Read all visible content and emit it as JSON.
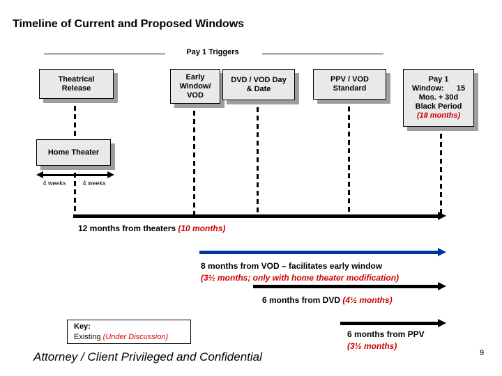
{
  "title": "Timeline of Current and Proposed Windows",
  "header": {
    "label": "Pay 1 Triggers"
  },
  "boxes": {
    "theatrical": {
      "lines": [
        "Theatrical",
        "Release"
      ]
    },
    "early": {
      "lines": [
        "Early",
        "Window/",
        "VOD"
      ]
    },
    "dvd": {
      "lines": [
        "DVD / VOD Day",
        "& Date"
      ]
    },
    "ppv": {
      "lines": [
        "PPV / VOD",
        "Standard"
      ]
    },
    "pay1": {
      "lines": [
        "Pay 1",
        "Window:      15",
        "Mos. + 30d",
        "Black Period"
      ],
      "red_line": "(18 months)"
    },
    "home_theater": {
      "label": "Home Theater"
    }
  },
  "weeks": {
    "left": "4 weeks",
    "right": "4 weeks"
  },
  "notes": {
    "theaters": {
      "black": "12 months from theaters ",
      "red": "(10 months)"
    },
    "vod": {
      "black": "8 months from VOD – facilitates early window",
      "red": "(3½ months; only with home theater modification)"
    },
    "dvd": {
      "black": "6 months from DVD ",
      "red": "(4½ months)"
    },
    "ppv": {
      "black": "6 months from PPV",
      "red": "(3½ months)"
    }
  },
  "key_box": {
    "title": "Key:",
    "existing": "Existing ",
    "under_discussion": "(Under Discussion)"
  },
  "footer": {
    "confidential": "Attorney / Client Privileged and Confidential",
    "page": "9"
  },
  "colors": {
    "red": "#cc0000",
    "blue": "#0033a0",
    "box_fill": "#e9e9e9",
    "shadow": "#9e9e9e"
  }
}
